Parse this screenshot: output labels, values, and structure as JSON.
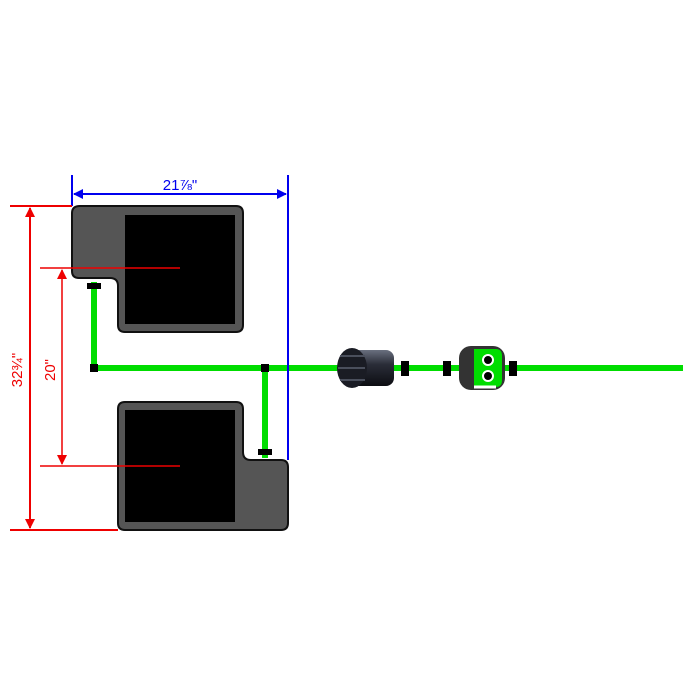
{
  "dimensions": {
    "width_label": "21⅞\"",
    "overall_height_label": "32¾\"",
    "center_spacing_label": "20\""
  },
  "colors": {
    "tube": "#00dd00",
    "tray": "#555555",
    "tray_inner": "#000000",
    "width_dim": "#0000ee",
    "height_dim": "#ee0000"
  }
}
